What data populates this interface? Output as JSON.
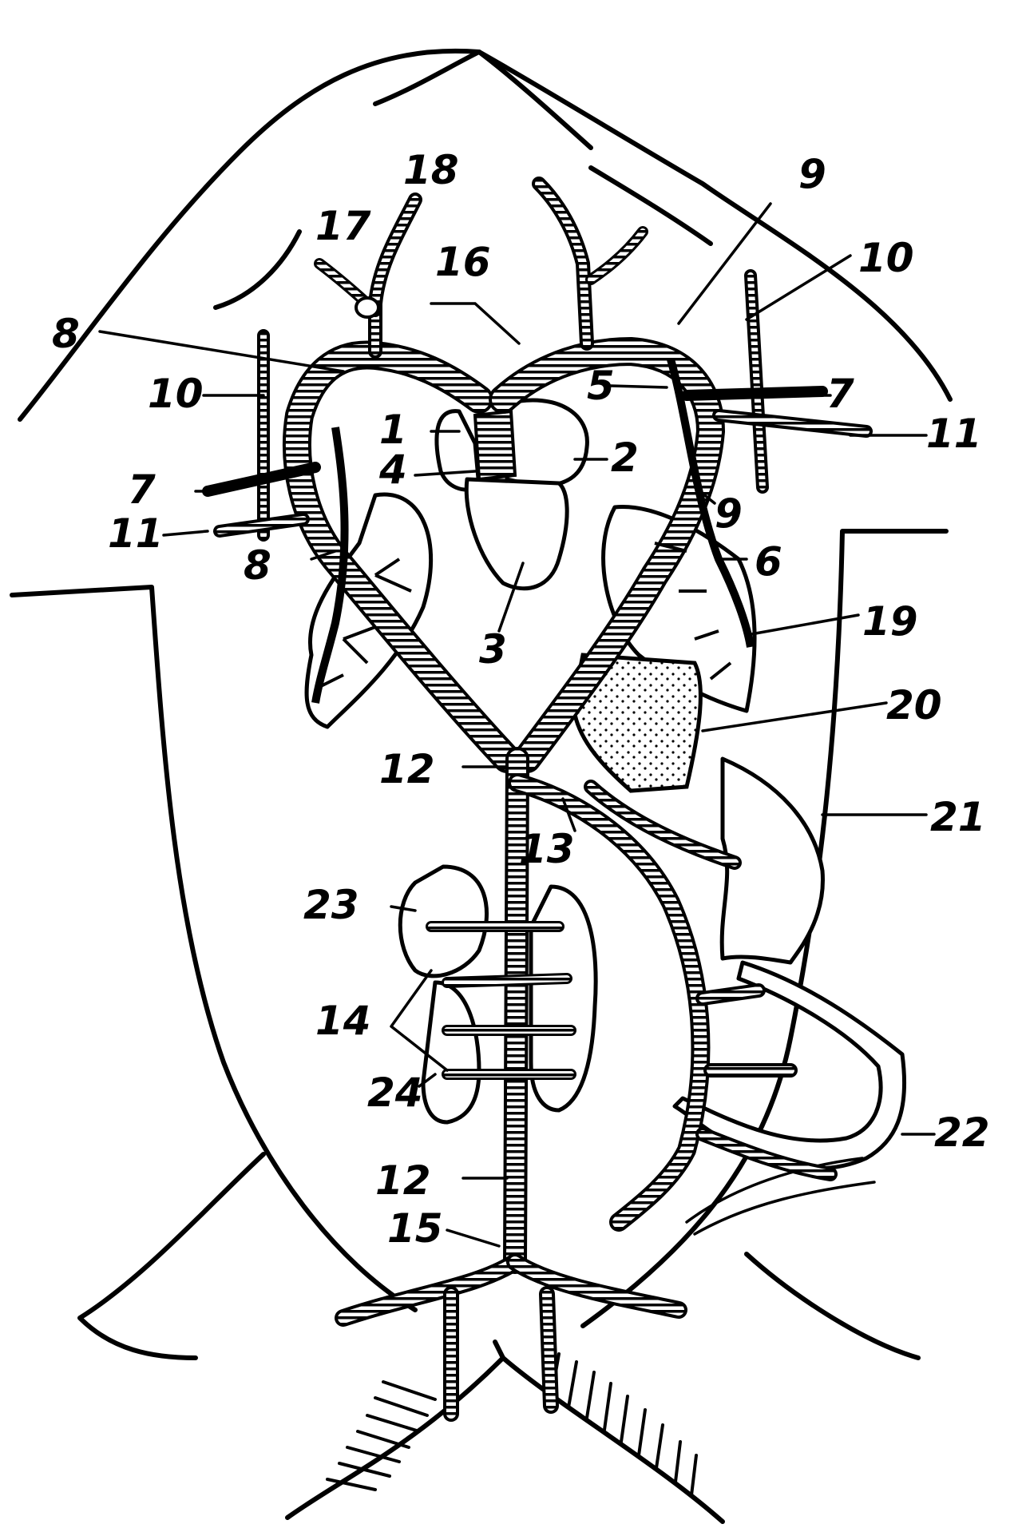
{
  "figure": {
    "labels": [
      {
        "id": "l1",
        "text": "1"
      },
      {
        "id": "l2",
        "text": "2"
      },
      {
        "id": "l3",
        "text": "3"
      },
      {
        "id": "l4",
        "text": "4"
      },
      {
        "id": "l5",
        "text": "5"
      },
      {
        "id": "l6",
        "text": "6"
      },
      {
        "id": "l7a",
        "text": "7"
      },
      {
        "id": "l7b",
        "text": "7"
      },
      {
        "id": "l8a",
        "text": "8"
      },
      {
        "id": "l8b",
        "text": "8"
      },
      {
        "id": "l9a",
        "text": "9"
      },
      {
        "id": "l9b",
        "text": "9"
      },
      {
        "id": "l10a",
        "text": "10"
      },
      {
        "id": "l10b",
        "text": "10"
      },
      {
        "id": "l11a",
        "text": "11"
      },
      {
        "id": "l11b",
        "text": "11"
      },
      {
        "id": "l12a",
        "text": "12"
      },
      {
        "id": "l12b",
        "text": "12"
      },
      {
        "id": "l13",
        "text": "13"
      },
      {
        "id": "l14",
        "text": "14"
      },
      {
        "id": "l15",
        "text": "15"
      },
      {
        "id": "l16",
        "text": "16"
      },
      {
        "id": "l17",
        "text": "17"
      },
      {
        "id": "l18",
        "text": "18"
      },
      {
        "id": "l19",
        "text": "19"
      },
      {
        "id": "l20",
        "text": "20"
      },
      {
        "id": "l21",
        "text": "21"
      },
      {
        "id": "l22",
        "text": "22"
      },
      {
        "id": "l23",
        "text": "23"
      },
      {
        "id": "l24",
        "text": "24"
      }
    ]
  },
  "colors": {
    "ink": "#000000",
    "paper": "#ffffff"
  }
}
